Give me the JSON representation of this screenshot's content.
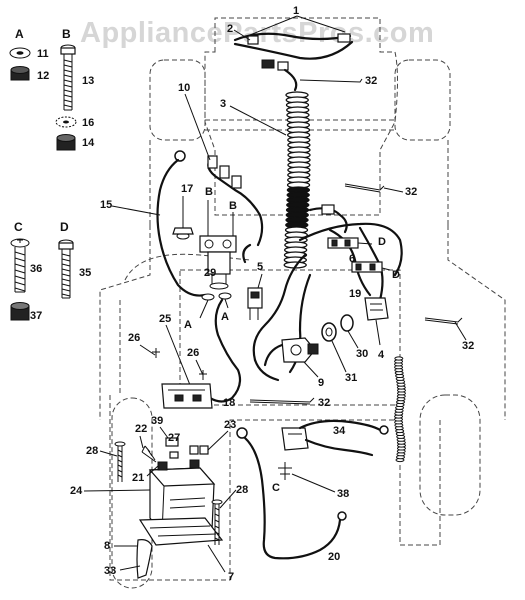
{
  "watermark": "AppliancePartsPros.com",
  "hardware_letters": {
    "a": "A",
    "b": "B",
    "c": "C",
    "d": "D"
  },
  "callouts": {
    "n1": "1",
    "n2": "2",
    "n3": "3",
    "n4": "4",
    "n5": "5",
    "n6": "6",
    "n7": "7",
    "n8": "8",
    "n9": "9",
    "n10": "10",
    "n11": "11",
    "n12": "12",
    "n13": "13",
    "n14": "14",
    "n15": "15",
    "n16": "16",
    "n17": "17",
    "n18": "18",
    "n19": "19",
    "n20": "20",
    "n21": "21",
    "n22": "22",
    "n23": "23",
    "n24": "24",
    "n25": "25",
    "n26": "26",
    "n27": "27",
    "n28": "28",
    "n29": "29",
    "n30": "30",
    "n31": "31",
    "n32": "32",
    "n33": "33",
    "n34": "34",
    "n35": "35",
    "n36": "36",
    "n37": "37",
    "n38": "38",
    "n39": "39"
  },
  "inline_letters": {
    "a": "A",
    "b": "B",
    "c": "C",
    "d": "D"
  }
}
